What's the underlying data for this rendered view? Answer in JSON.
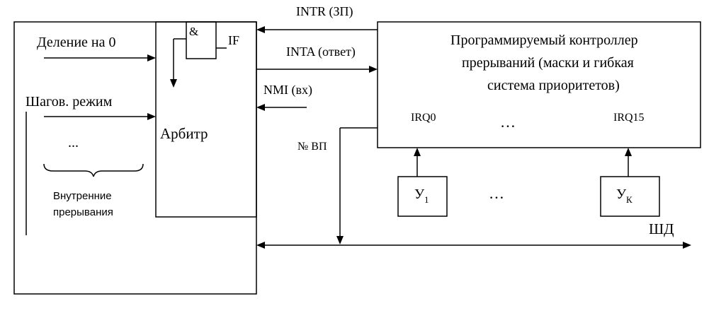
{
  "cpu": {
    "internal_inputs": [
      "Деление на 0",
      "Шагов. режим"
    ],
    "ellipsis": "...",
    "internal_caption_line1": "Внутренние",
    "internal_caption_line2": "прерывания"
  },
  "arbiter": {
    "label": "Арбитр",
    "and_gate_symbol": "&",
    "flag_label": "IF"
  },
  "signals": {
    "intr": "INTR (ЗП)",
    "inta": "INTA (ответ)",
    "nmi": "NMI (вх)",
    "vector_number": "№ ВП"
  },
  "pic": {
    "title_line1": "Программируемый контроллер",
    "title_line2": "прерываний (маски и гибкая",
    "title_line3": "система приоритетов)",
    "irq_first": "IRQ0",
    "irq_ellipsis": "…",
    "irq_last": "IRQ15"
  },
  "devices": {
    "first_main": "У",
    "first_sub": "1",
    "ellipsis": "…",
    "last_main": "У",
    "last_sub": "К"
  },
  "bus": {
    "label": "ШД"
  }
}
